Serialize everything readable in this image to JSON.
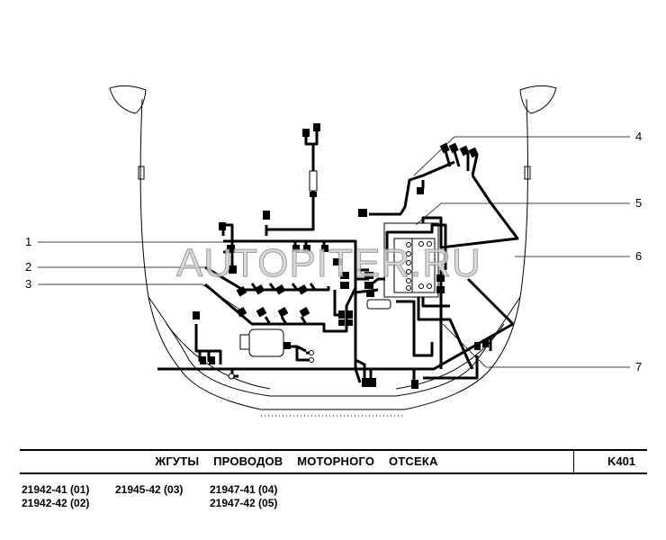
{
  "diagram": {
    "watermark": "AUTOPITER.RU",
    "callouts": [
      "1",
      "2",
      "3",
      "4",
      "5",
      "6",
      "7"
    ],
    "colors": {
      "wire": "#000000",
      "outline": "#000000",
      "watermark": "#aaaaaa"
    }
  },
  "title_block": {
    "title": "ЖГУТЫ ПРОВОДОВ МОТОРНОГО ОТСЕКА",
    "code": "K401"
  },
  "variants": [
    "21942-41 (01)",
    "21942-42 (02)",
    "21945-42 (03)",
    "21947-41 (04)",
    "21947-42 (05)"
  ]
}
